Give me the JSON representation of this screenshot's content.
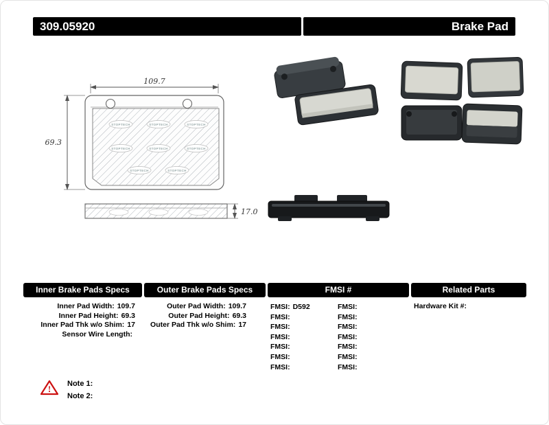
{
  "header": {
    "part_number": "309.05920",
    "product_name": "Brake Pad"
  },
  "drawing": {
    "brand": "STOPTECH",
    "width_dim": "109.7",
    "height_dim": "69.3",
    "thickness_dim": "17.0"
  },
  "tables": {
    "inner": {
      "title": "Inner Brake Pads Specs",
      "rows": [
        {
          "label": "Inner Pad Width:",
          "value": "109.7"
        },
        {
          "label": "Inner Pad Height:",
          "value": "69.3"
        },
        {
          "label": "Inner Pad Thk w/o Shim:",
          "value": "17"
        },
        {
          "label": "Sensor Wire Length:",
          "value": ""
        }
      ]
    },
    "outer": {
      "title": "Outer Brake Pads Specs",
      "rows": [
        {
          "label": "Outer Pad Width:",
          "value": "109.7"
        },
        {
          "label": "Outer Pad Height:",
          "value": "69.3"
        },
        {
          "label": "Outer Pad Thk w/o Shim:",
          "value": "17"
        }
      ]
    },
    "fmsi": {
      "title": "FMSI #",
      "rows": [
        {
          "left_label": "FMSI:",
          "left_value": "D592",
          "right_label": "FMSI:",
          "right_value": ""
        },
        {
          "left_label": "FMSI:",
          "left_value": "",
          "right_label": "FMSI:",
          "right_value": ""
        },
        {
          "left_label": "FMSI:",
          "left_value": "",
          "right_label": "FMSI:",
          "right_value": ""
        },
        {
          "left_label": "FMSI:",
          "left_value": "",
          "right_label": "FMSI:",
          "right_value": ""
        },
        {
          "left_label": "FMSI:",
          "left_value": "",
          "right_label": "FMSI:",
          "right_value": ""
        },
        {
          "left_label": "FMSI:",
          "left_value": "",
          "right_label": "FMSI:",
          "right_value": ""
        },
        {
          "left_label": "FMSI:",
          "left_value": "",
          "right_label": "FMSI:",
          "right_value": ""
        }
      ]
    },
    "related": {
      "title": "Related Parts",
      "rows": [
        {
          "label": "Hardware Kit #:",
          "value": ""
        }
      ]
    }
  },
  "notes": {
    "warning_glyph": "!",
    "items": [
      {
        "label": "Note 1:"
      },
      {
        "label": "Note 2:"
      }
    ]
  },
  "colors": {
    "header_bg": "#000000",
    "warning_red": "#cc1111"
  }
}
